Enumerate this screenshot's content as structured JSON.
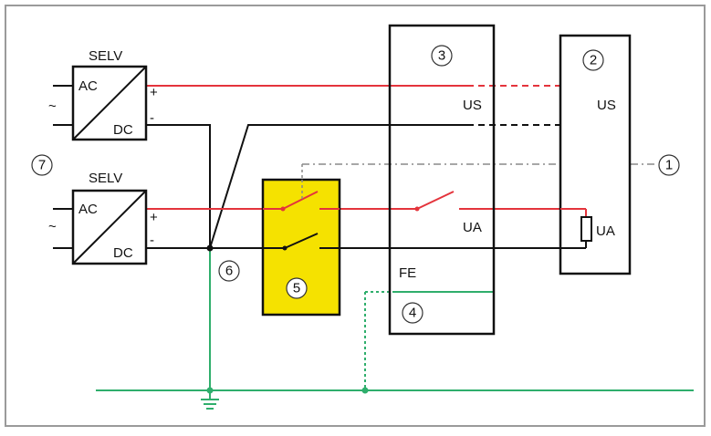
{
  "colors": {
    "frame": "#9a9a9a",
    "wire": "#111111",
    "red_wire": "#e4343c",
    "ground": "#2fae6c",
    "safety_box": "#f5e200"
  },
  "psu_top": {
    "title": "SELV",
    "ac": "AC",
    "dc": "DC",
    "plus": "+",
    "minus": "-",
    "input": "~"
  },
  "psu_bottom": {
    "title": "SELV",
    "ac": "AC",
    "dc": "DC",
    "plus": "+",
    "minus": "-",
    "input": "~"
  },
  "module": {
    "number": "3",
    "us": "US",
    "ua": "UA",
    "fe": "FE",
    "fe_number": "4"
  },
  "device": {
    "number": "2",
    "us": "US",
    "ua": "UA"
  },
  "callouts": {
    "c1": "1",
    "c5": "5",
    "c6": "6",
    "c7": "7"
  },
  "icons": [
    "ground-symbol",
    "switch",
    "resistor",
    "converter-symbol"
  ]
}
